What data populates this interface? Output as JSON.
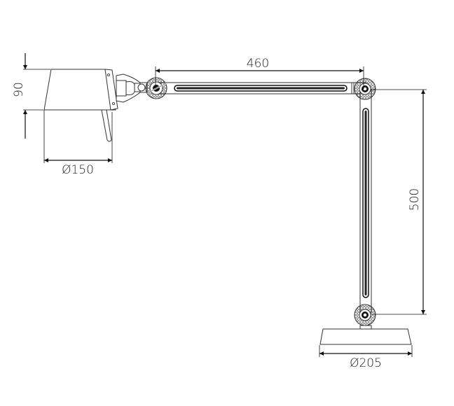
{
  "drawing": {
    "subject": "desk lamp technical dimension drawing",
    "line_color": "#111111",
    "background": "#ffffff",
    "dimensions": {
      "shade_height": "90",
      "shade_diameter": "Ø150",
      "upper_arm_length": "460",
      "lower_arm_height": "500",
      "base_diameter": "Ø205"
    }
  }
}
